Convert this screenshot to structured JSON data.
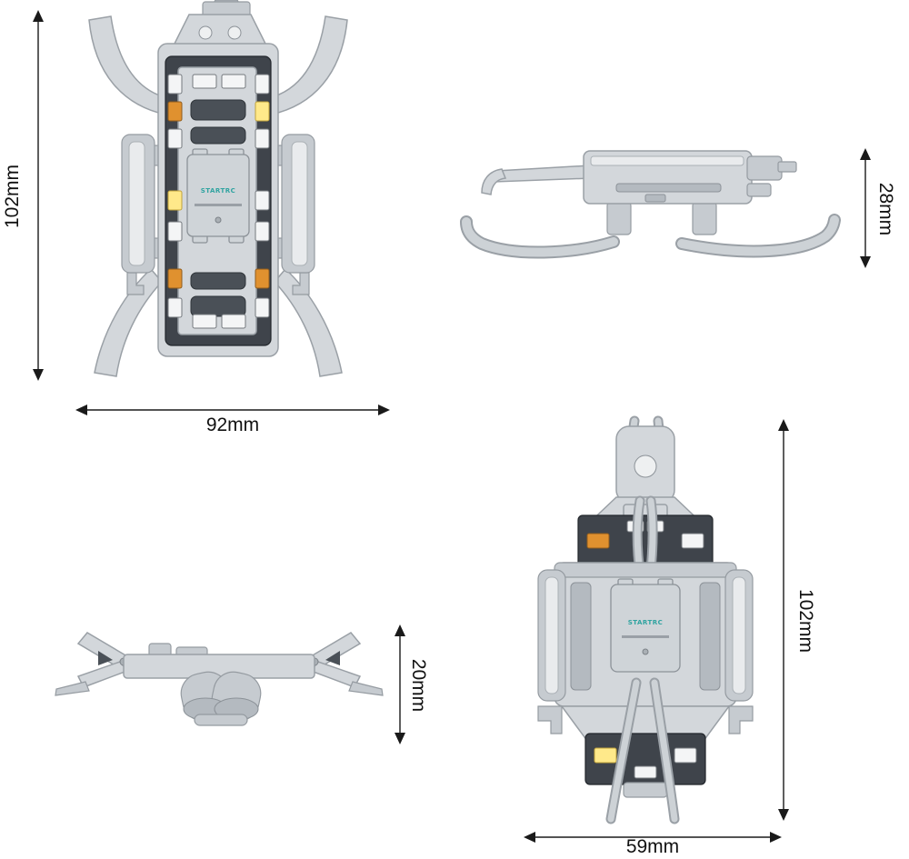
{
  "diagram": {
    "brand_text": "STARTRC",
    "views": {
      "front": {
        "height_label": "102mm",
        "width_label": "92mm"
      },
      "side": {
        "height_label": "28mm"
      },
      "profile": {
        "height_label": "20mm"
      },
      "rear": {
        "height_label": "102mm",
        "width_label": "59mm"
      }
    }
  },
  "colors": {
    "background": "#ffffff",
    "body_light": "#d3d7db",
    "body_mid": "#c6cbd0",
    "body_dark": "#9aa0a6",
    "panel_dark": "#3f444b",
    "led_white": "#f4f5f6",
    "led_orange": "#e0912f",
    "led_lit": "#ffe98a",
    "dimension_line": "#1a1a1a",
    "brand_teal": "#2fa3a0"
  }
}
